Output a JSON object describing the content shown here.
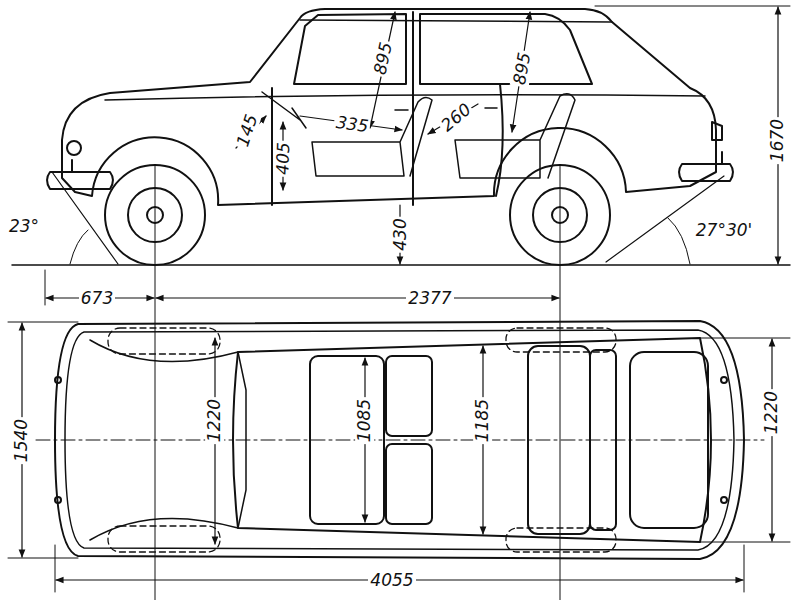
{
  "diagram": {
    "labels": [
      "895",
      "335",
      "145",
      "260",
      "895",
      "1670",
      "405",
      "430",
      "23°",
      "27°30'",
      "673",
      "2377",
      "1540",
      "1220",
      "1085",
      "1185",
      "1220",
      "4055"
    ]
  }
}
